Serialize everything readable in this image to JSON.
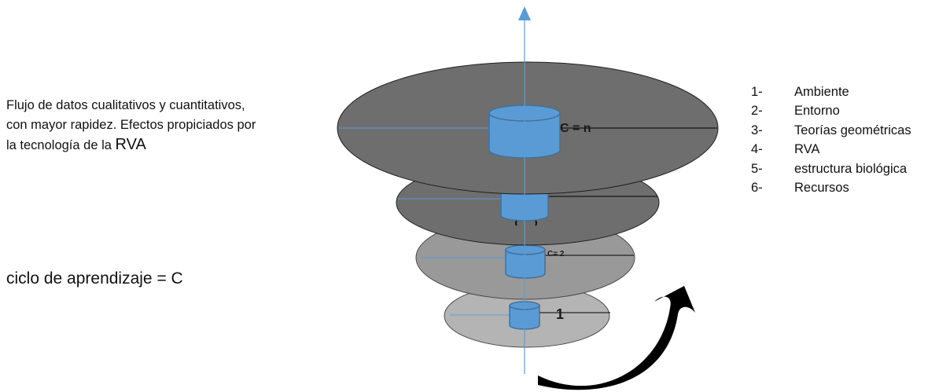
{
  "description": {
    "line1": "Flujo de datos cualitativos y cuantitativos,",
    "line2": "con mayor rapidez. Efectos propiciados por",
    "line3_prefix": "la tecnología de la ",
    "line3_emph": "RVA"
  },
  "cycle_definition": "ciclo de aprendizaje = C",
  "disc_labels": {
    "top": "C = n",
    "second": "",
    "third": "C= 2",
    "bottom": "1"
  },
  "legend": [
    {
      "num": "1-",
      "label": "Ambiente"
    },
    {
      "num": "2-",
      "label": "Entorno"
    },
    {
      "num": "3-",
      "label": "Teorías geométricas"
    },
    {
      "num": "4-",
      "label": "RVA"
    },
    {
      "num": "5-",
      "label": "estructura biológica"
    },
    {
      "num": "6-",
      "label": " Recursos"
    }
  ],
  "colors": {
    "disc_dark": "#6e6e6e",
    "disc_mid": "#999999",
    "disc_light": "#b4b4b4",
    "cylinder": "#5b9bd5",
    "cylinder_edge": "#41719c",
    "axis": "#5b9bd5",
    "arrow": "#000000"
  }
}
